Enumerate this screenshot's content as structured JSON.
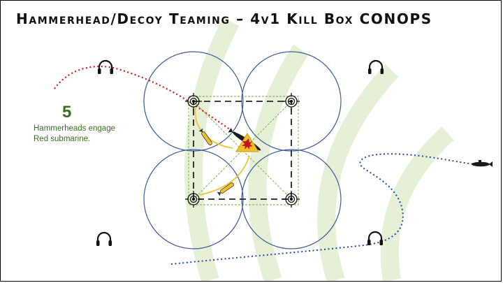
{
  "slide": {
    "title": "Hammerhead/Decoy Teaming – 4v1 Kill Box CONOPS",
    "step_number": "5",
    "step_caption": [
      "Hammerheads engage",
      "Red submarine."
    ]
  },
  "colors": {
    "ring": "#3b5a9a",
    "red_track": "#d0181a",
    "blue_track": "#1f4aa8",
    "green_box": "#6aaa3a",
    "yellow": "#f2c22e",
    "text_green": "#3b6e1f",
    "watermark": "#e7f1d9"
  },
  "icons": {
    "sensor": "headphones-icon",
    "node": "crosshair-node-icon",
    "threat": "explosion-warning-icon",
    "submarine": "submarine-icon",
    "hammerhead": "hammerhead-torpedo-icon"
  }
}
